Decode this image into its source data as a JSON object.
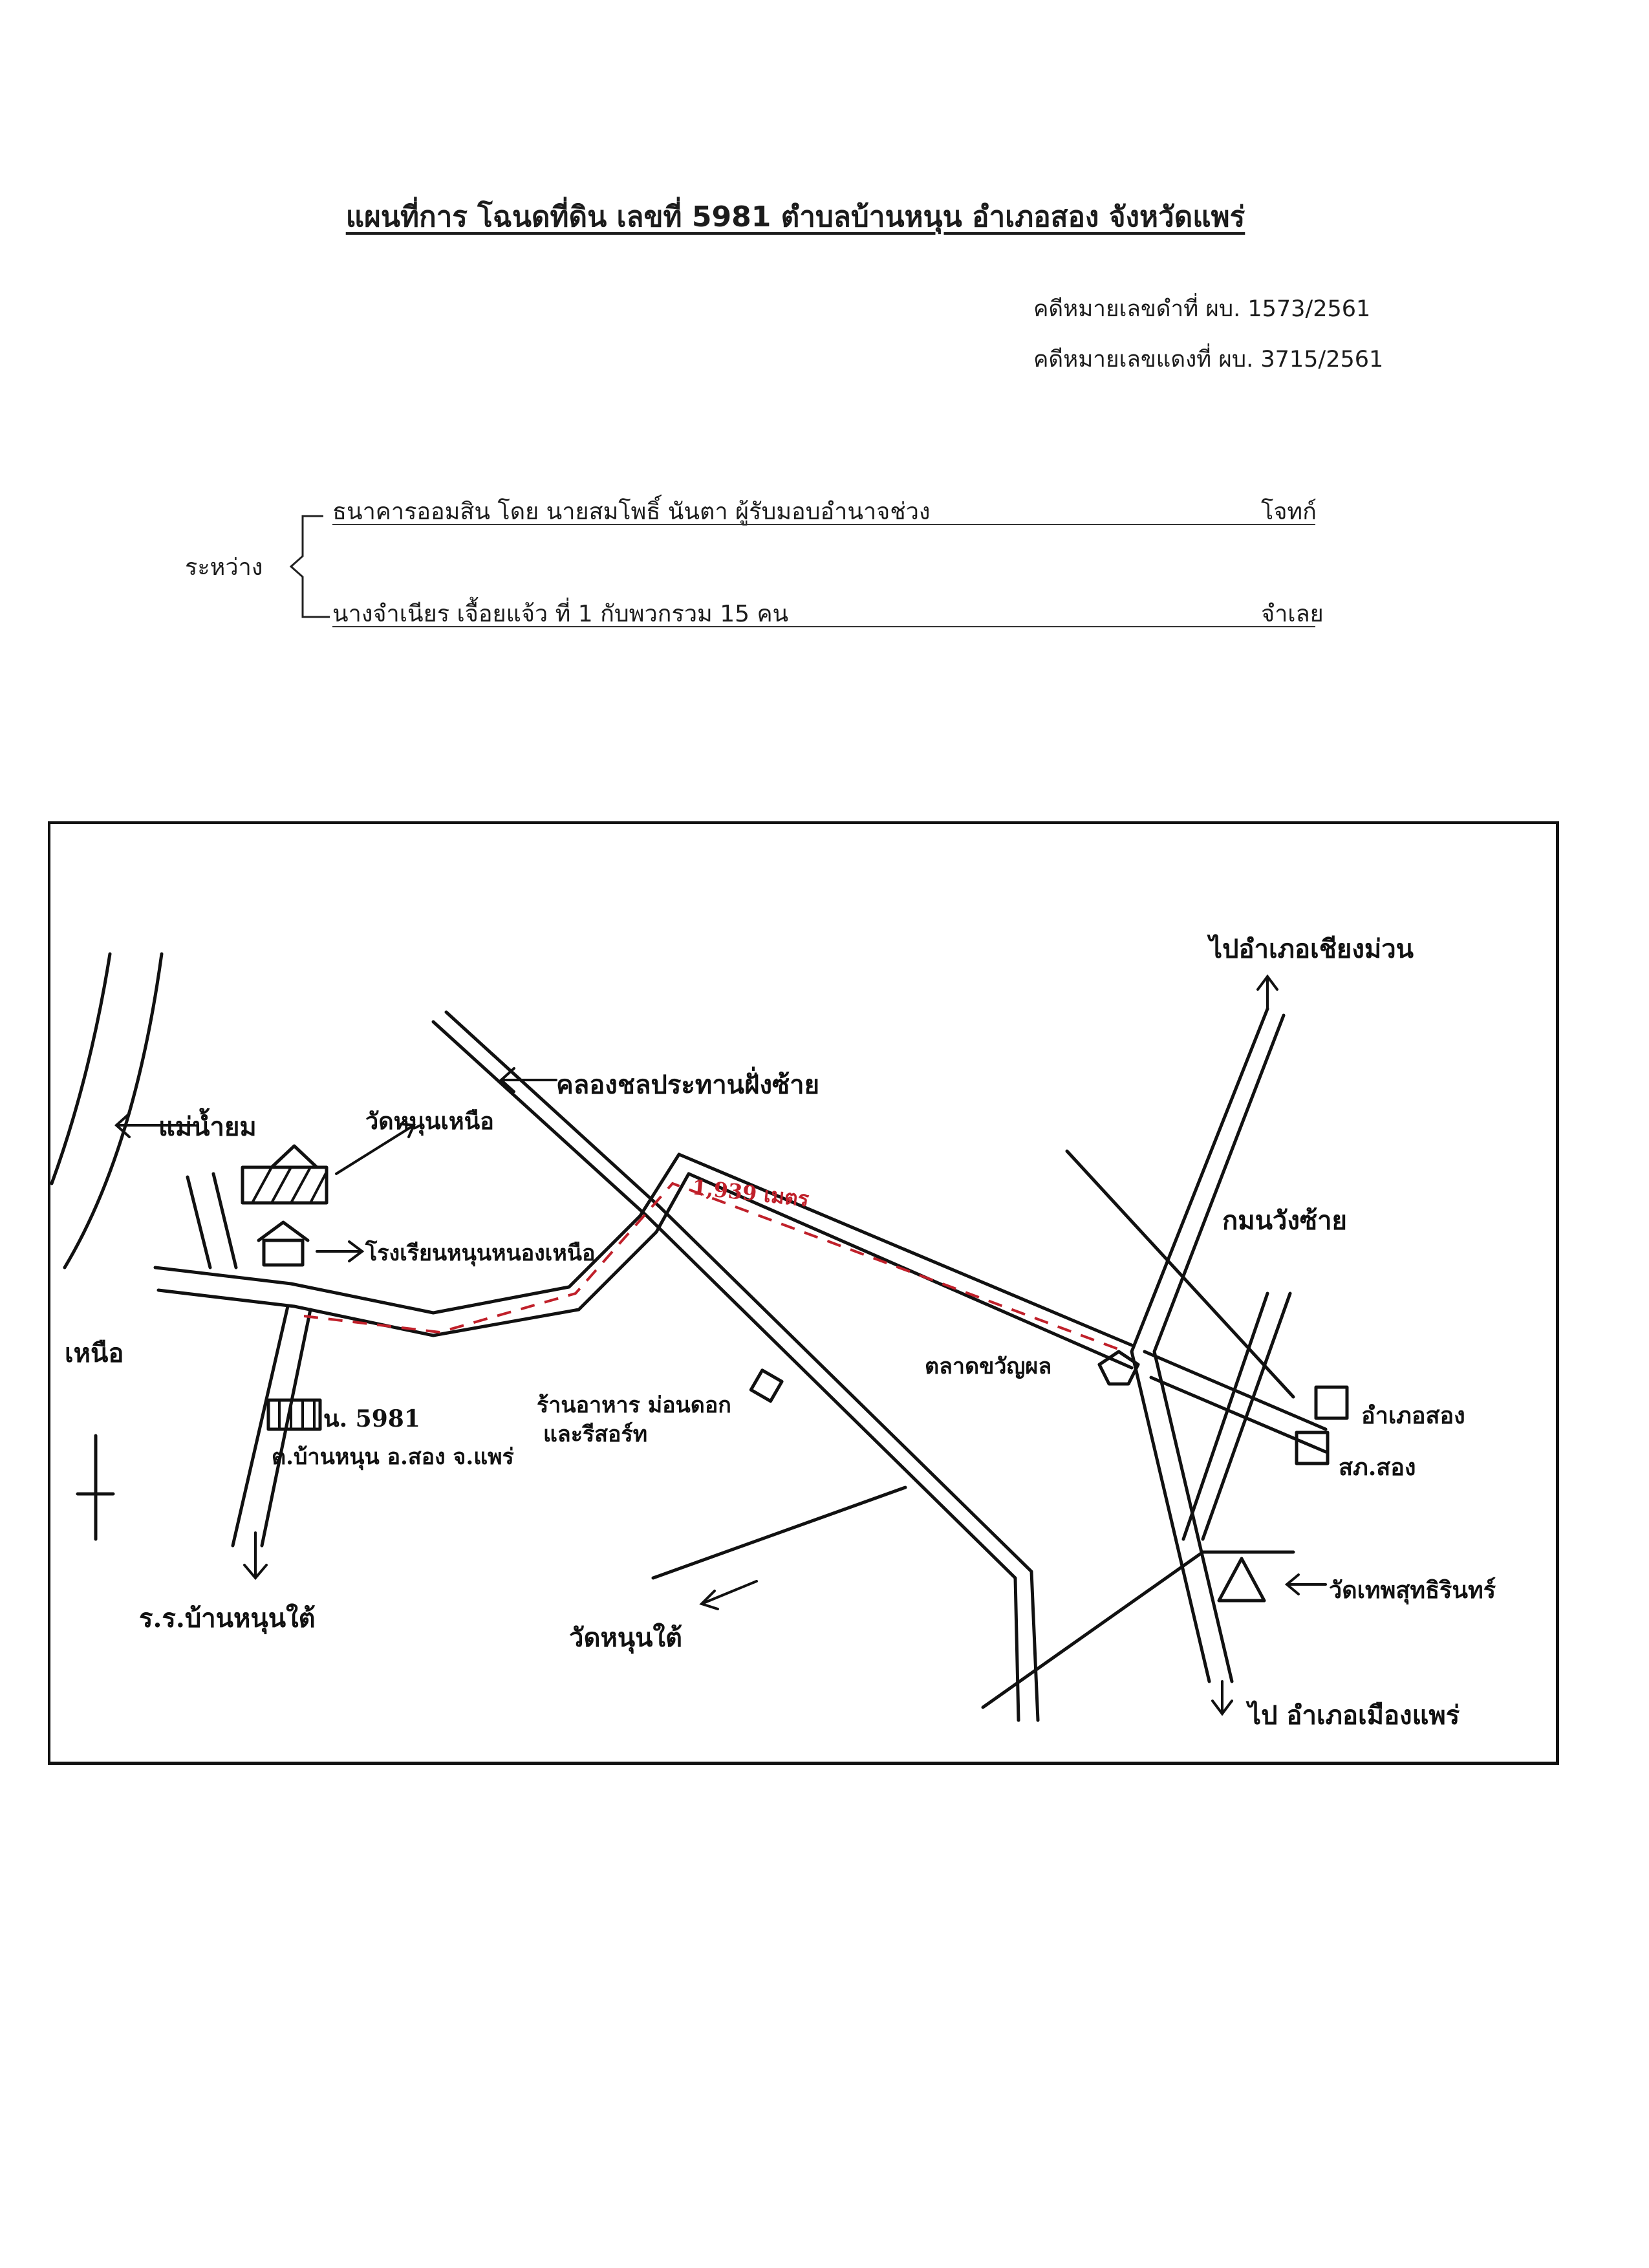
{
  "title": "แผนที่การ โฉนดที่ดิน เลขที่ 5981  ตำบลบ้านหนุน อำเภอสอง จังหวัดแพร่",
  "case_numbers": {
    "black": "คดีหมายเลขดำที่   ผบ. 1573/2561",
    "red": "คดีหมายเลขแดงที่ ผบ. 3715/2561"
  },
  "parties": {
    "between_label": "ระหว่าง",
    "plaintiff_name": "ธนาคารออมสิน โดย นายสมโพธิ์ นันตา  ผู้รับมอบอำนาจช่วง",
    "plaintiff_role": "โจทก์",
    "defendant_name": "นางจำเนียร  เจื้อยแจ้ว ที่ 1 กับพวกรวม 15 คน",
    "defendant_role": "จำเลย"
  },
  "map": {
    "labels": {
      "river": "แม่น้ำยม",
      "temple_north": "วัดหนุนเหนือ",
      "school_north": "โรงเรียนหนุนหนองเหนือ",
      "north": "เหนือ",
      "parcel": "น. 5981",
      "parcel_location": "ต.บ้านหนุน อ.สอง จ.แพร่",
      "school_south": "ร.ร.บ้านหนุนใต้",
      "canal": "คลองชลประทานฝั่งซ้าย",
      "distance": "1,939 เมตร",
      "shop": "ร้านอาหาร ม่อนดอก",
      "shop_line2": "และรีสอร์ท",
      "temple_south": "วัดหนุนใต้",
      "market": "ตลาดขวัญผล",
      "to_chiang_muan": "ไปอำเภอเชียงม่วน",
      "left_turn": "กมนวังซ้าย",
      "district_office": "อำเภอสอง",
      "police": "สภ.สอง",
      "temple_east": "วัดเทพสุทธิรินทร์",
      "to_phrae": "ไป อำเภอเมืองแพร่"
    },
    "colors": {
      "ink": "#111111",
      "route": "#c0202a"
    }
  }
}
